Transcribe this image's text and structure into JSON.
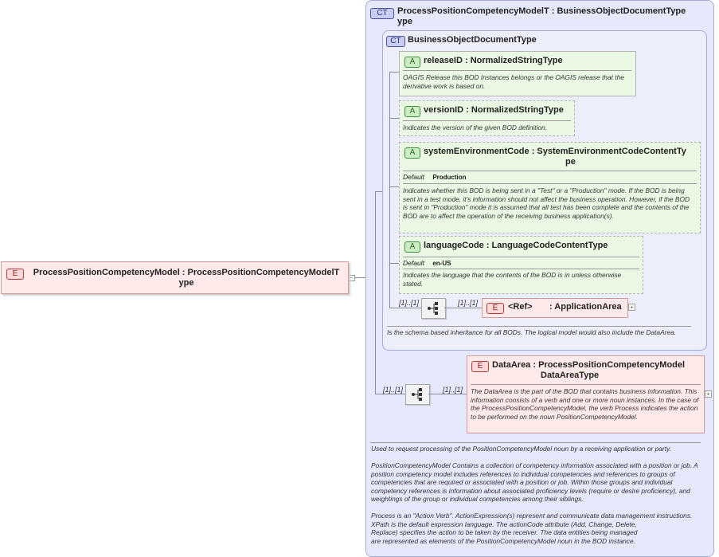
{
  "root_element": {
    "badge": "E",
    "name_line1": "ProcessPositionCompetencyModel : ProcessPositionCompetencyModelT",
    "name_line2": "ype"
  },
  "outer_type": {
    "badge": "CT",
    "name_line1": "ProcessPositionCompetencyModelT : BusinessObjectDocumentType",
    "name_line2": "ype",
    "doc": "Used to request processing of the PositionCompetencyModel noun by a receiving application or party.\n\nPositionCompetencyModel  Contains a collection of competency information associated with a position or job. A position competency model includes references to individual competencies and references to groups of competencies that are required or associated with a position or job. Within those groups and individual competency references is information about associated proficiency levels (require or desire proficiency), and weightings of the group or individual competencies among their siblings.\n\nProcess is an \"Action Verb\". ActionExpression(s) represent and communicate data management instructions. XPath is the default expression language. The actionCode attribute (Add, Change, Delete,\nReplace) specifies the action to be taken by the receiver. The data entities being managed\nare represented as elements of the PositionCompetencyModel noun in the BOD instance."
  },
  "base_type": {
    "badge": "CT",
    "name": "BusinessObjectDocumentType",
    "doc": "Is the schema based inheritance for all BODs. The logical model would also include the DataArea."
  },
  "attributes": [
    {
      "badge": "A",
      "name_line1": "releaseID  : NormalizedStringType",
      "doc": "OAGIS Release this BOD Instances belongs or the OAGIS release that the derivative work is based on."
    },
    {
      "badge": "A",
      "name_line1": "versionID  : NormalizedStringType",
      "doc": "Indicates the version of the given BOD definition."
    },
    {
      "badge": "A",
      "name_line1": "systemEnvironmentCode  : SystemEnvironmentCodeContentTy",
      "name_line2": "pe",
      "default_label": "Default",
      "default_value": "Production",
      "doc": "Indicates whether this BOD is being sent in a \"Test\" or a \"Production\" mode. If the BOD is being sent in a test mode, it's information should not affect the business operation. However, if the BOD is sent in \"Production\" mode it is assumed that all test has been complete and the contents of the BOD are to affect the operation of the receiving business application(s)."
    },
    {
      "badge": "A",
      "name_line1": "languageCode  : LanguageCodeContentType",
      "default_label": "Default",
      "default_value": "en-US",
      "doc": "Indicates the language that the contents of the BOD is in unless otherwise stated."
    }
  ],
  "application_area": {
    "badge": "E",
    "ref": "<Ref>",
    "name": ": ApplicationArea",
    "mult_left": "[1]..[1]",
    "mult_right": "[1]..[1]"
  },
  "data_area": {
    "badge": "E",
    "name_line1": "DataArea  : ProcessPositionCompetencyModel",
    "name_line2": "DataAreaType",
    "doc": "The DataArea is the part of the BOD that contains business information. This information consists of a verb and one or more noun instances. In the case of the ProcessPositionCompetencyModel, the verb Process indicates the action to be performed on the noun PositionCompetencyModel.",
    "mult_left": "[1]..[1]",
    "mult_right": "[1]..[1]"
  },
  "colors": {
    "outer_bg": "#e6e8fb",
    "outer_border": "#a6abd8",
    "element_bg": "#ffeaea",
    "element_border": "#d49a9a",
    "attr_bg": "#eaf8e4",
    "attr_border": "#b5b5b5"
  }
}
